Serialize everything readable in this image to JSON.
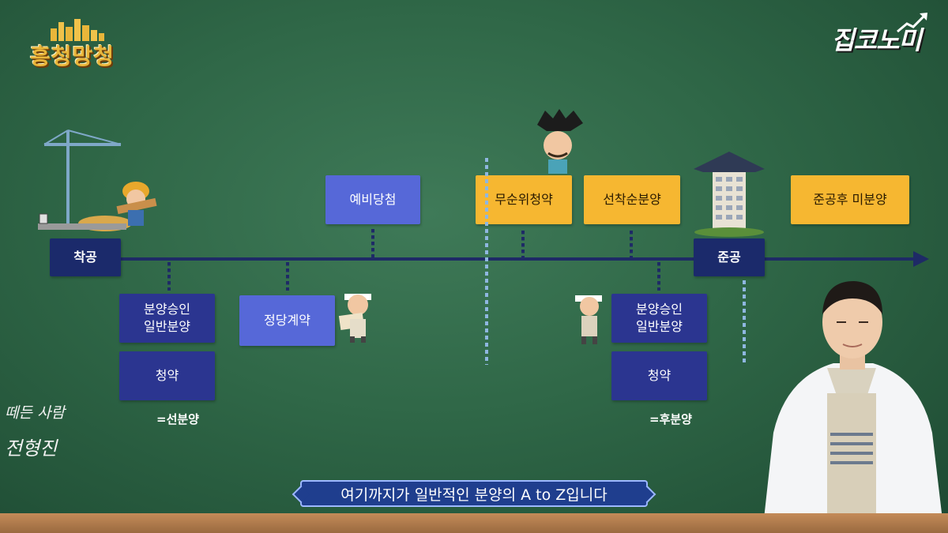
{
  "logos": {
    "left": "흥청망청",
    "right": "집코노미"
  },
  "timeline": {
    "start_label": "착공",
    "end_label": "준공",
    "above": [
      {
        "label": "예비당첨",
        "style": "blue"
      },
      {
        "label": "무순위청약",
        "style": "orange"
      },
      {
        "label": "선착순분양",
        "style": "orange"
      },
      {
        "label": "준공후 미분양",
        "style": "orange"
      }
    ],
    "below": [
      {
        "label": "분양승인\n일반분양",
        "style": "navy"
      },
      {
        "label": "청약",
        "style": "navy"
      },
      {
        "label": "정당계약",
        "style": "blue"
      },
      {
        "label": "분양승인\n일반분양",
        "style": "navy"
      },
      {
        "label": "청약",
        "style": "navy"
      }
    ],
    "presale_note": "=선분양",
    "postsale_note": "=후분양"
  },
  "handwriting": {
    "line1": "떼든 사람",
    "line2": "전형진"
  },
  "subtitle": "여기까지가 일반적인 분양의 A to Z입니다",
  "colors": {
    "board": "#2f6747",
    "navy": "#2b3590",
    "blue": "#5668d8",
    "orange": "#f6b731"
  },
  "icons": [
    "crane-icon",
    "worker-character-icon",
    "king-character-icon",
    "servant-character-icon",
    "apartment-hanok-icon",
    "trend-arrow-icon"
  ]
}
